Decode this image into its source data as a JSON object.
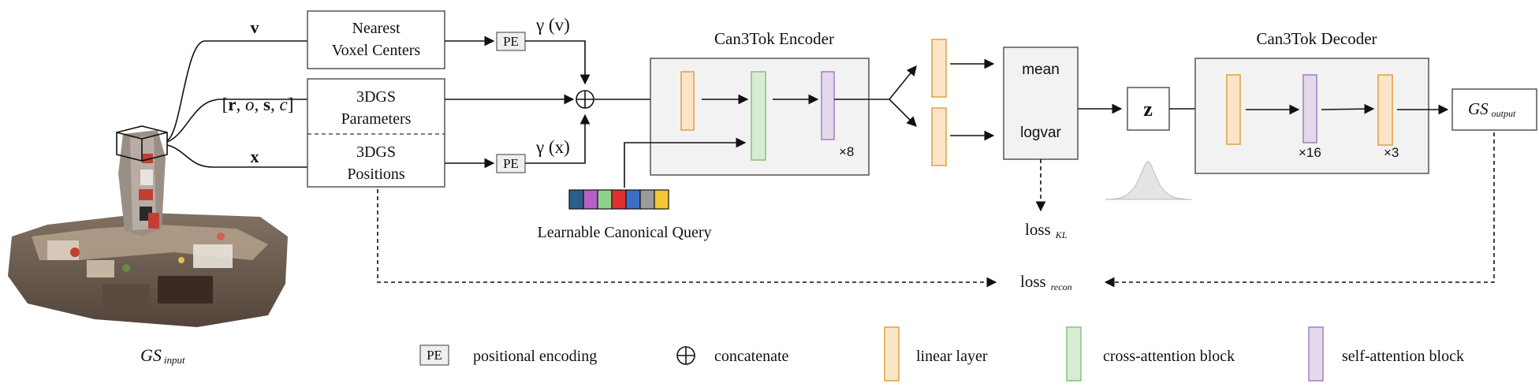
{
  "inputs": {
    "v_symbol": "v",
    "params_symbol": "[r, o, s, c]",
    "params_parts": [
      "[",
      "r",
      ", ",
      "o",
      ", ",
      "s",
      ", ",
      "c",
      "]"
    ],
    "x_symbol": "x",
    "gs_input_main": "GS",
    "gs_input_sub": "input"
  },
  "boxes": {
    "nearest": [
      "Nearest",
      "Voxel Centers"
    ],
    "params": [
      "3DGS",
      "Parameters"
    ],
    "positions": [
      "3DGS",
      "Positions"
    ],
    "pe_label": "PE",
    "gamma_v": "γ (v)",
    "gamma_x": "γ (x)"
  },
  "encoder": {
    "title": "Can3Tok Encoder",
    "repeat": "×8"
  },
  "query": {
    "label": "Learnable Canonical Query",
    "colors": [
      "#2c5f8a",
      "#b65fc4",
      "#8fd18f",
      "#e03030",
      "#3a6fc4",
      "#9b9b9b",
      "#f4c534"
    ]
  },
  "latent": {
    "mean": "mean",
    "logvar": "logvar",
    "z": "z"
  },
  "decoder": {
    "title": "Can3Tok Decoder",
    "repeat_attn": "×16",
    "repeat_linear": "×3"
  },
  "output": {
    "gs_main": "GS",
    "gs_sub": "output"
  },
  "losses": {
    "kl_main": "loss",
    "kl_sub": "KL",
    "recon_main": "loss",
    "recon_sub": "recon"
  },
  "legend": {
    "pe_box": "PE",
    "pe": "positional encoding",
    "concat_symbol": "⊕",
    "concat": "concatenate",
    "linear": "linear layer",
    "cross": "cross-attention block",
    "self": "self-attention block"
  },
  "colors": {
    "linear_fill": "#fbe5c8",
    "linear_stroke": "#e0a040",
    "cross_fill": "#d8ecd4",
    "cross_stroke": "#88c080",
    "self_fill": "#e4d8ec",
    "self_stroke": "#a080c0",
    "block_bg": "#f2f2f2",
    "box_stroke": "#555555"
  }
}
